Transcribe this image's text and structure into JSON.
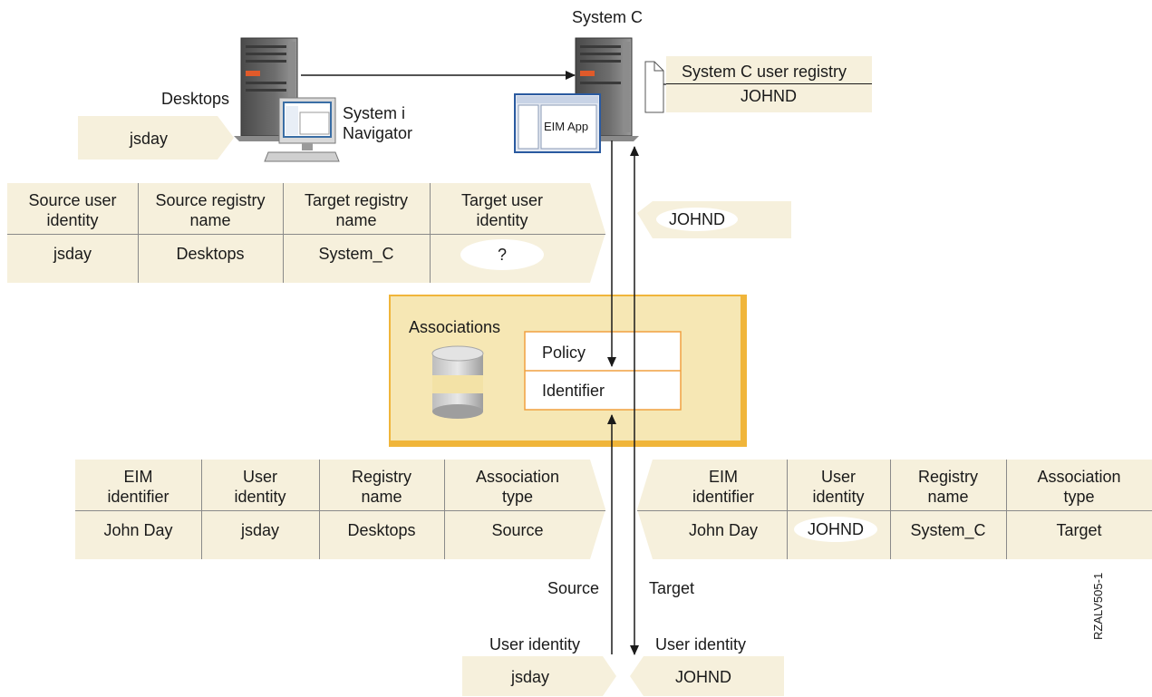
{
  "labels": {
    "system_c": "System C",
    "desktops": "Desktops",
    "system_i_navigator": "System i\nNavigator",
    "eim_app": "EIM App",
    "registry_title": "System C user registry",
    "registry_value": "JOHND",
    "user_jsday": "jsday",
    "returned_identity": "JOHND",
    "associations": "Associations",
    "policy": "Policy",
    "identifier": "Identifier",
    "source": "Source",
    "target": "Target",
    "user_identity_left": "User identity",
    "user_identity_right": "User identity",
    "bottom_source_value": "jsday",
    "bottom_target_value": "JOHND",
    "figure_id": "RZALV505-1"
  },
  "lookup_table": {
    "headers": [
      "Source user\nidentity",
      "Source registry\nname",
      "Target registry\nname",
      "Target user\nidentity"
    ],
    "row": [
      "jsday",
      "Desktops",
      "System_C",
      "?"
    ]
  },
  "source_assoc_table": {
    "headers": [
      "EIM\nidentifier",
      "User\nidentity",
      "Registry\nname",
      "Association\ntype"
    ],
    "row": [
      "John Day",
      "jsday",
      "Desktops",
      "Source"
    ]
  },
  "target_assoc_table": {
    "headers": [
      "EIM\nidentifier",
      "User\nidentity",
      "Registry\nname",
      "Association\ntype"
    ],
    "row": [
      "John Day",
      "JOHND",
      "System_C",
      "Target"
    ]
  },
  "colors": {
    "band": "#f6f0dc",
    "associations_box": "#f6e7b4",
    "associations_border": "#f0b53a",
    "policy_border": "#f0a040",
    "server_dark": "#5b5b5b",
    "server_accent": "#e05a2a",
    "line": "#1a1a1a"
  },
  "icons": [
    "server-icon",
    "monitor-icon",
    "keyboard-icon",
    "document-icon",
    "database-icon",
    "window-icon"
  ]
}
